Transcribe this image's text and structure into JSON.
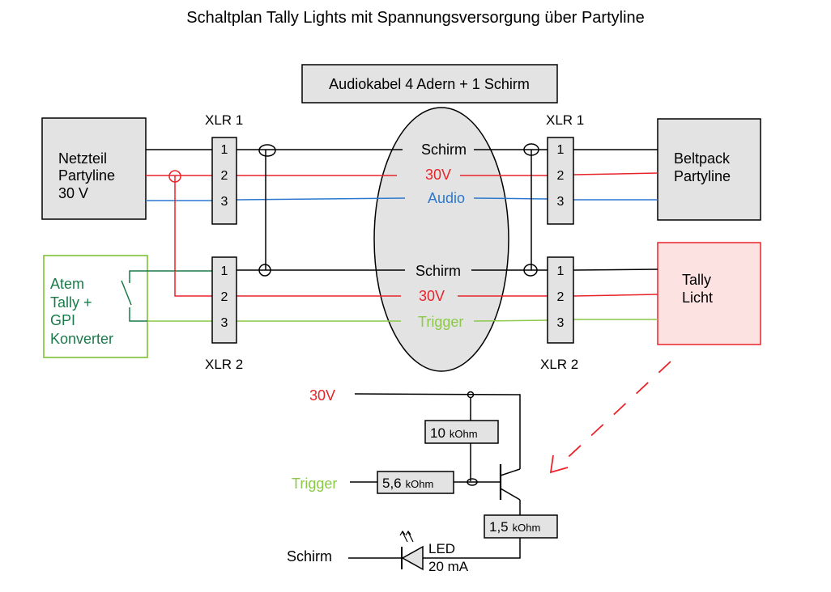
{
  "title": "Schaltplan Tally Lights mit Spannungsversorgung über Partyline",
  "colors": {
    "shield": "#000000",
    "power": "#e8242a",
    "audio": "#2c78d0",
    "trigger": "#8cc84a",
    "atem_text": "#1a7a4a",
    "box_fill": "#e3e3e3",
    "tally_fill": "#fde2e2"
  },
  "cable": {
    "label": "Audiokabel 4 Adern + 1 Schirm"
  },
  "connectors": {
    "xlr1_left": "XLR 1",
    "xlr1_right": "XLR 1",
    "xlr2_left": "XLR 2",
    "xlr2_right": "XLR 2",
    "pins": [
      "1",
      "2",
      "3"
    ]
  },
  "boxes": {
    "netzteil": [
      "Netzteil",
      "Partyline",
      "30 V"
    ],
    "beltpack": [
      "Beltpack",
      "Partyline"
    ],
    "atem": [
      "Atem",
      "Tally +",
      "GPI",
      "Konverter"
    ],
    "tally": [
      "Tally",
      "Licht"
    ]
  },
  "wires": {
    "schirm": "Schirm",
    "v30": "30V",
    "audio": "Audio",
    "trigger": "Trigger"
  },
  "circuit": {
    "v30": "30V",
    "trigger": "Trigger",
    "schirm": "Schirm",
    "r1": {
      "value": "10",
      "unit": "kOhm"
    },
    "r2": {
      "value": "5,6",
      "unit": "kOhm"
    },
    "r3": {
      "value": "1,5",
      "unit": "kOhm"
    },
    "led": [
      "LED",
      "20 mA"
    ]
  }
}
